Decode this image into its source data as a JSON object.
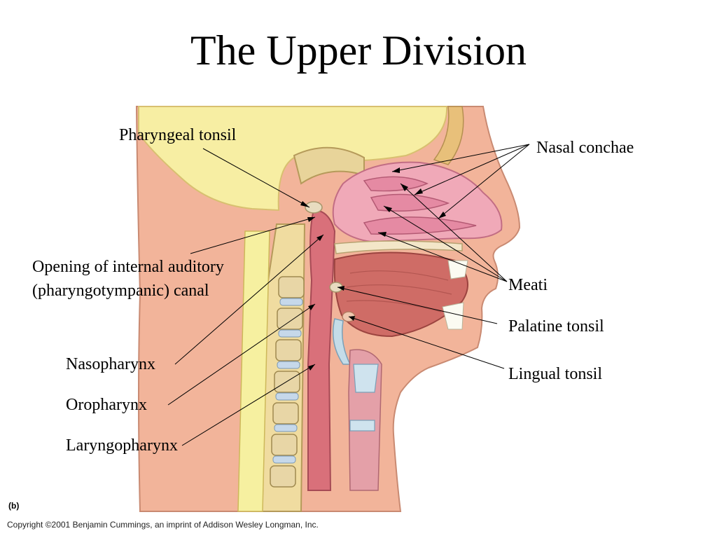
{
  "title": "The Upper Division",
  "labels": {
    "pharyngeal_tonsil": "Pharyngeal tonsil",
    "nasal_conchae": "Nasal conchae",
    "opening_line1": "Opening of internal auditory",
    "opening_line2": "(pharyngotympanic) canal",
    "meati": "Meati",
    "palatine_tonsil": "Palatine tonsil",
    "lingual_tonsil": "Lingual tonsil",
    "nasopharynx": "Nasopharynx",
    "oropharynx": "Oropharynx",
    "laryngopharynx": "Laryngopharynx"
  },
  "figure_tag": "(b)",
  "copyright": "Copyright ©2001 Benjamin Cummings, an imprint of Addison Wesley Longman, Inc."
}
